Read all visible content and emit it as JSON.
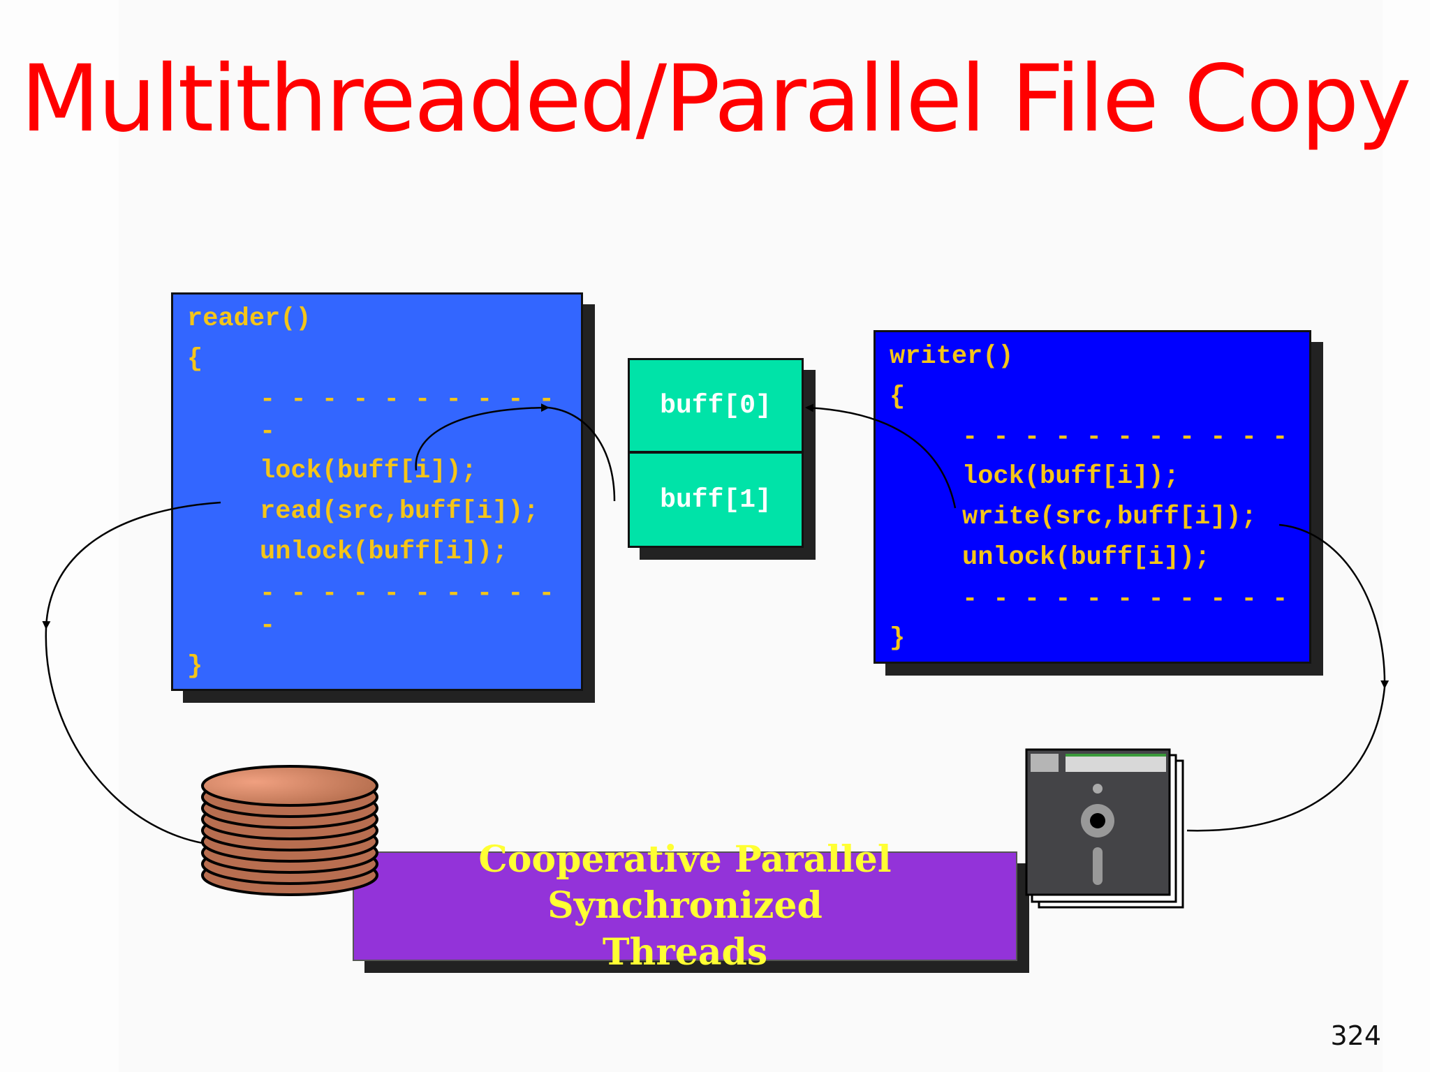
{
  "title": "Multithreaded/Parallel File Copy",
  "reader": {
    "lines": [
      "reader()",
      "{",
      "- - - - - - - - - -",
      "-",
      "lock(buff[i]);",
      "read(src,buff[i]);",
      "unlock(buff[i]);",
      "- - - - - - - - - -",
      "-",
      "}"
    ]
  },
  "writer": {
    "lines": [
      "writer()",
      "{",
      "- - - - - - - - - - -",
      "lock(buff[i]);",
      "write(src,buff[i]);",
      "unlock(buff[i]);",
      "- - - - - - - - - - -",
      "}"
    ]
  },
  "buffers": [
    "buff[0]",
    "buff[1]"
  ],
  "caption": {
    "line1": "Cooperative Parallel Synchronized",
    "line2": "Threads"
  },
  "page_number": "324",
  "colors": {
    "title": "#ff0000",
    "reader_box": "#3366ff",
    "writer_box": "#0000ff",
    "code_text": "#f5c518",
    "buffer": "#00e3a8",
    "caption_box": "#9333d9",
    "caption_text": "#ffff33"
  }
}
